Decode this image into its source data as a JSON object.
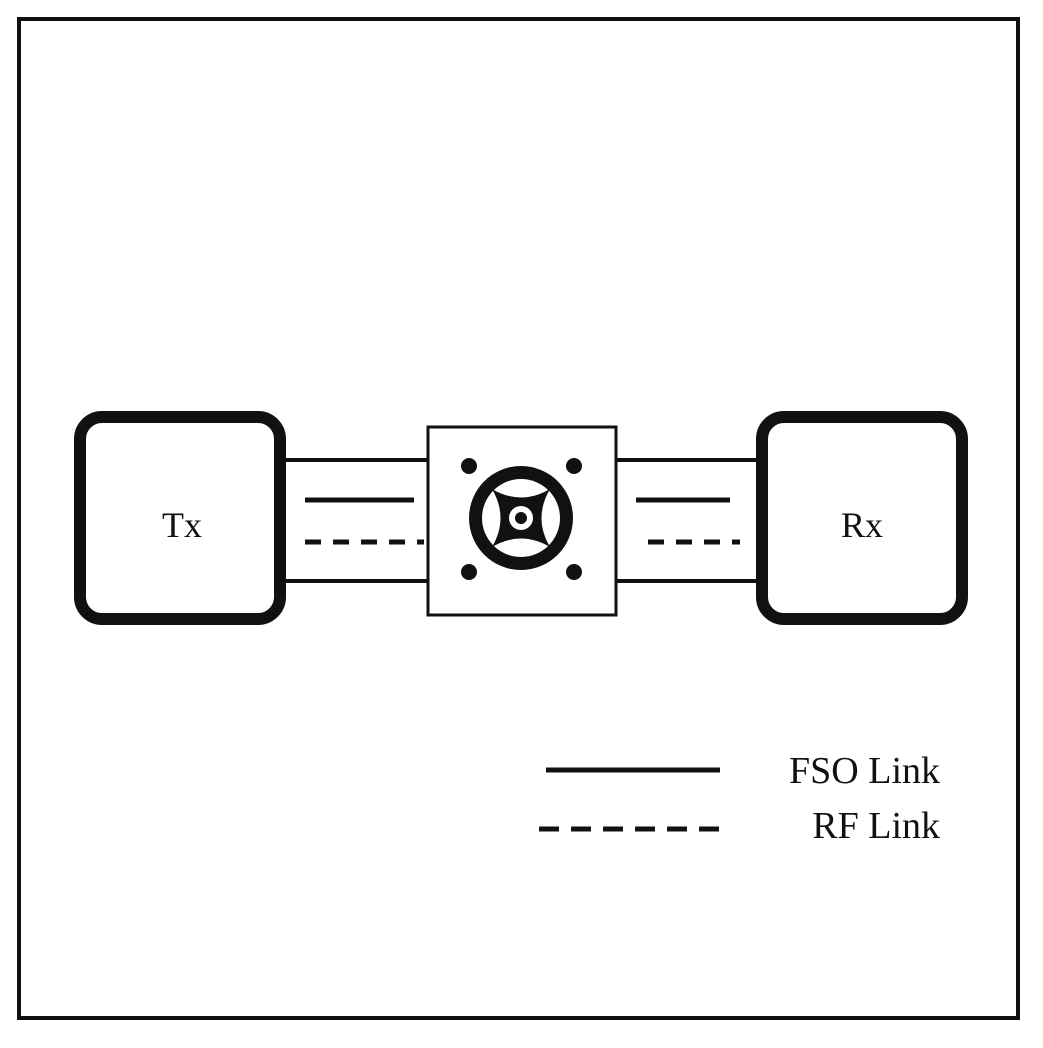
{
  "diagram": {
    "transmitter": {
      "label": "Tx"
    },
    "receiver": {
      "label": "Rx"
    },
    "relay": {
      "icon": "relay-node-icon"
    },
    "legend": {
      "fso": {
        "label": "FSO Link",
        "style": "solid"
      },
      "rf": {
        "label": "RF Link",
        "style": "dashed"
      }
    },
    "colors": {
      "stroke": "#111111",
      "background": "#ffffff"
    }
  }
}
